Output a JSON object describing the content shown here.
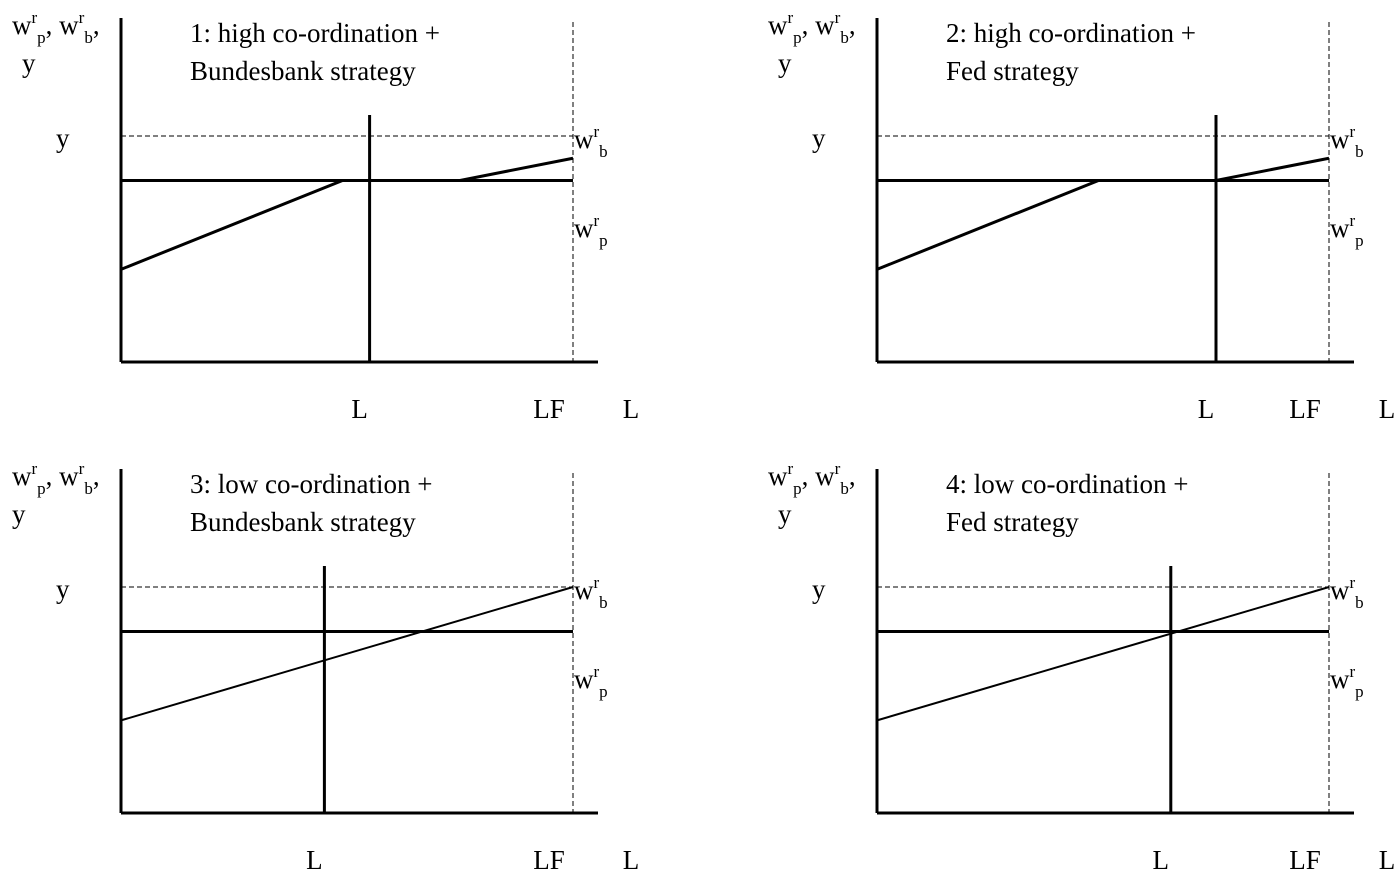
{
  "figure": {
    "panels": [
      {
        "id": "1",
        "title_line1": "1: high co-ordination +",
        "title_line2": "Bundesbank strategy",
        "y_axis_label": {
          "w": "w",
          "sup_r": "r",
          "sub_p": "p",
          "sep1": ", ",
          "sub_b": "b",
          "sep2": ",",
          "line2": "y"
        },
        "y_level_label": "y",
        "wb_label": {
          "w": "w",
          "sup": "r",
          "sub": "b"
        },
        "wp_label": {
          "w": "w",
          "sup": "r",
          "sub": "p"
        },
        "x_labels": {
          "employment": "L",
          "labour_force": "LF",
          "axis": "L"
        },
        "employment_L": 0.55,
        "wb_start": 0.25,
        "wb_end": 0.55,
        "wp_level": 0.49,
        "wb_curve": "kinked",
        "y_level": 0.61
      },
      {
        "id": "2",
        "title_line1": "2: high co-ordination +",
        "title_line2": "Fed strategy",
        "y_axis_label": {
          "w": "w",
          "sup_r": "r",
          "sub_p": "p",
          "sep1": ", ",
          "sub_b": "b",
          "sep2": ",",
          "line2": "y"
        },
        "y_level_label": "y",
        "wb_label": {
          "w": "w",
          "sup": "r",
          "sub": "b"
        },
        "wp_label": {
          "w": "w",
          "sup": "r",
          "sub": "p"
        },
        "x_labels": {
          "employment": "L",
          "labour_force": "LF",
          "axis": "L"
        },
        "employment_L": 0.75,
        "wb_start": 0.25,
        "wb_end": 0.55,
        "wp_level": 0.49,
        "wb_curve": "kinked",
        "y_level": 0.61
      },
      {
        "id": "3",
        "title_line1": "3: low co-ordination +",
        "title_line2": "Bundesbank strategy",
        "y_axis_label": {
          "w": "w",
          "sup_r": "r",
          "sub_p": "p",
          "sep1": ", ",
          "sub_b": "b",
          "sep2": ",",
          "line2": "y"
        },
        "y_level_label": "y",
        "wb_label": {
          "w": "w",
          "sup": "r",
          "sub": "b"
        },
        "wp_label": {
          "w": "w",
          "sup": "r",
          "sub": "p"
        },
        "x_labels": {
          "employment": "L",
          "labour_force": "LF",
          "axis": "L"
        },
        "employment_L": 0.45,
        "wb_start": 0.25,
        "wb_end": 0.61,
        "wp_level": 0.49,
        "wb_curve": "linear",
        "y_level": 0.61
      },
      {
        "id": "4",
        "title_line1": "4: low co-ordination +",
        "title_line2": "Fed strategy",
        "y_axis_label": {
          "w": "w",
          "sup_r": "r",
          "sub_p": "p",
          "sep1": ", ",
          "sub_b": "b",
          "sep2": ",",
          "line2": "y"
        },
        "y_level_label": "y",
        "wb_label": {
          "w": "w",
          "sup": "r",
          "sub": "b"
        },
        "wp_label": {
          "w": "w",
          "sup": "r",
          "sub": "p"
        },
        "x_labels": {
          "employment": "L",
          "labour_force": "LF",
          "axis": "L"
        },
        "employment_L": 0.65,
        "wb_start": 0.25,
        "wb_end": 0.61,
        "wp_level": 0.49,
        "wb_curve": "linear",
        "y_level": 0.61
      }
    ]
  }
}
